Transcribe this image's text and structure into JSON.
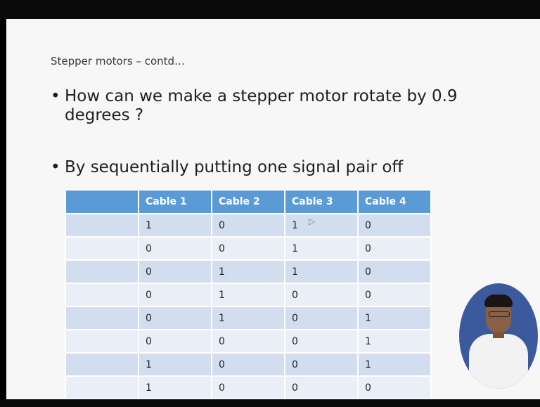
{
  "slide": {
    "subtitle": "Stepper motors – contd…",
    "bullets": [
      {
        "line1": "How can we make a stepper motor rotate by 0.9",
        "line2": "degrees ?"
      },
      {
        "line1": "By sequentially putting one signal pair off"
      }
    ],
    "table": {
      "headers": [
        "",
        "Cable 1",
        "Cable 2",
        "Cable 3",
        "Cable 4"
      ],
      "rows": [
        [
          "",
          "1",
          "0",
          "1",
          "0"
        ],
        [
          "",
          "0",
          "0",
          "1",
          "0"
        ],
        [
          "",
          "0",
          "1",
          "1",
          "0"
        ],
        [
          "",
          "0",
          "1",
          "0",
          "0"
        ],
        [
          "",
          "0",
          "1",
          "0",
          "1"
        ],
        [
          "",
          "0",
          "0",
          "0",
          "1"
        ],
        [
          "",
          "1",
          "0",
          "0",
          "1"
        ],
        [
          "",
          "1",
          "0",
          "0",
          "0"
        ]
      ]
    }
  },
  "colors": {
    "header_bg": "#5b9bd5",
    "row_odd": "#d2deef",
    "row_even": "#eaeff7"
  },
  "icons": {
    "cursor": "mouse-cursor-icon",
    "bullet": "bullet-dot"
  }
}
